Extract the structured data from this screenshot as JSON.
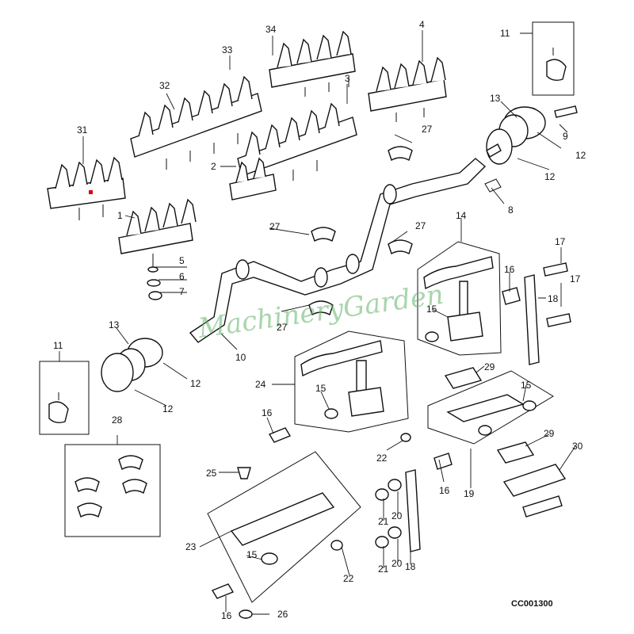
{
  "diagram": {
    "drawing_code": "CC001300",
    "watermark": "MachineryGarden",
    "labels": [
      {
        "id": "l31",
        "text": "31"
      },
      {
        "id": "l32",
        "text": "32"
      },
      {
        "id": "l33",
        "text": "33"
      },
      {
        "id": "l34",
        "text": "34"
      },
      {
        "id": "l4",
        "text": "4"
      },
      {
        "id": "l3",
        "text": "3"
      },
      {
        "id": "l2",
        "text": "2"
      },
      {
        "id": "l1",
        "text": "1"
      },
      {
        "id": "l5",
        "text": "5"
      },
      {
        "id": "l6",
        "text": "6"
      },
      {
        "id": "l7",
        "text": "7"
      },
      {
        "id": "l27a",
        "text": "27"
      },
      {
        "id": "l27b",
        "text": "27"
      },
      {
        "id": "l27c",
        "text": "27"
      },
      {
        "id": "l27d",
        "text": "27"
      },
      {
        "id": "l11a",
        "text": "11"
      },
      {
        "id": "l13a",
        "text": "13"
      },
      {
        "id": "l9",
        "text": "9"
      },
      {
        "id": "l12a",
        "text": "12"
      },
      {
        "id": "l12b",
        "text": "12"
      },
      {
        "id": "l8",
        "text": "8"
      },
      {
        "id": "l14",
        "text": "14"
      },
      {
        "id": "l17a",
        "text": "17"
      },
      {
        "id": "l17b",
        "text": "17"
      },
      {
        "id": "l16a",
        "text": "16"
      },
      {
        "id": "l18a",
        "text": "18"
      },
      {
        "id": "l15a",
        "text": "15"
      },
      {
        "id": "l10",
        "text": "10"
      },
      {
        "id": "l11b",
        "text": "11"
      },
      {
        "id": "l13b",
        "text": "13"
      },
      {
        "id": "l12c",
        "text": "12"
      },
      {
        "id": "l12d",
        "text": "12"
      },
      {
        "id": "l24",
        "text": "24"
      },
      {
        "id": "l15b",
        "text": "15"
      },
      {
        "id": "l16b",
        "text": "16"
      },
      {
        "id": "l22a",
        "text": "22"
      },
      {
        "id": "l29a",
        "text": "29"
      },
      {
        "id": "l15c",
        "text": "15"
      },
      {
        "id": "l28",
        "text": "28"
      },
      {
        "id": "l29b",
        "text": "29"
      },
      {
        "id": "l30",
        "text": "30"
      },
      {
        "id": "l16c",
        "text": "16"
      },
      {
        "id": "l19",
        "text": "19"
      },
      {
        "id": "l25",
        "text": "25"
      },
      {
        "id": "l21a",
        "text": "21"
      },
      {
        "id": "l20a",
        "text": "20"
      },
      {
        "id": "l21b",
        "text": "21"
      },
      {
        "id": "l20b",
        "text": "20"
      },
      {
        "id": "l18b",
        "text": "18"
      },
      {
        "id": "l23",
        "text": "23"
      },
      {
        "id": "l15d",
        "text": "15"
      },
      {
        "id": "l22b",
        "text": "22"
      },
      {
        "id": "l16d",
        "text": "16"
      },
      {
        "id": "l26",
        "text": "26"
      }
    ]
  }
}
